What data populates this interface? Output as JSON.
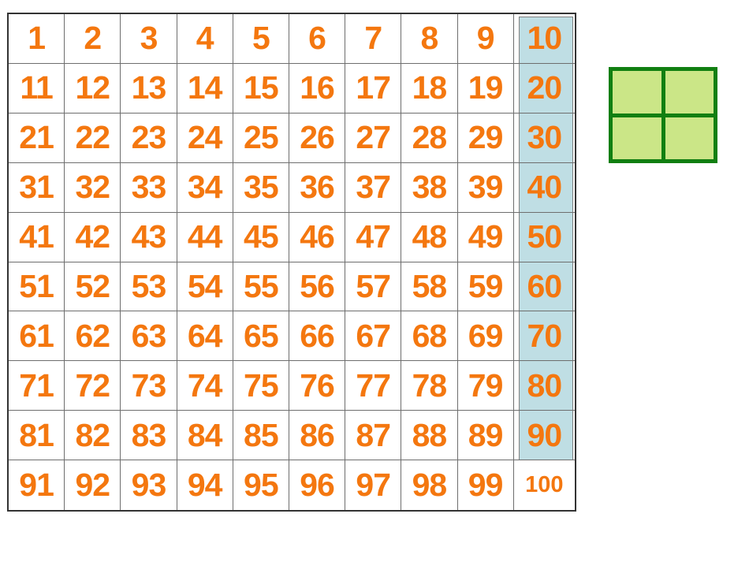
{
  "slide": {
    "background": "#ffffff"
  },
  "hundred_chart": {
    "rows": [
      [
        1,
        2,
        3,
        4,
        5,
        6,
        7,
        8,
        9,
        10
      ],
      [
        11,
        12,
        13,
        14,
        15,
        16,
        17,
        18,
        19,
        20
      ],
      [
        21,
        22,
        23,
        24,
        25,
        26,
        27,
        28,
        29,
        30
      ],
      [
        31,
        32,
        33,
        34,
        35,
        36,
        37,
        38,
        39,
        40
      ],
      [
        41,
        42,
        43,
        44,
        45,
        46,
        47,
        48,
        49,
        50
      ],
      [
        51,
        52,
        53,
        54,
        55,
        56,
        57,
        58,
        59,
        60
      ],
      [
        61,
        62,
        63,
        64,
        65,
        66,
        67,
        68,
        69,
        70
      ],
      [
        71,
        72,
        73,
        74,
        75,
        76,
        77,
        78,
        79,
        80
      ],
      [
        81,
        82,
        83,
        84,
        85,
        86,
        87,
        88,
        89,
        90
      ],
      [
        91,
        92,
        93,
        94,
        95,
        96,
        97,
        98,
        99,
        100
      ]
    ],
    "highlighted_values": [
      10,
      20,
      30,
      40,
      50,
      60,
      70,
      80,
      90
    ],
    "small_values": [
      100
    ],
    "colors": {
      "number": "#F4770F",
      "highlight_fill": "#BFDEE4",
      "grid_line": "#6e6e6e",
      "outer_border": "#333333",
      "highlight_border": "#808080"
    }
  },
  "quad_grid": {
    "rows": 2,
    "cols": 2,
    "fill": "#CBE687",
    "border": "#117F11"
  }
}
